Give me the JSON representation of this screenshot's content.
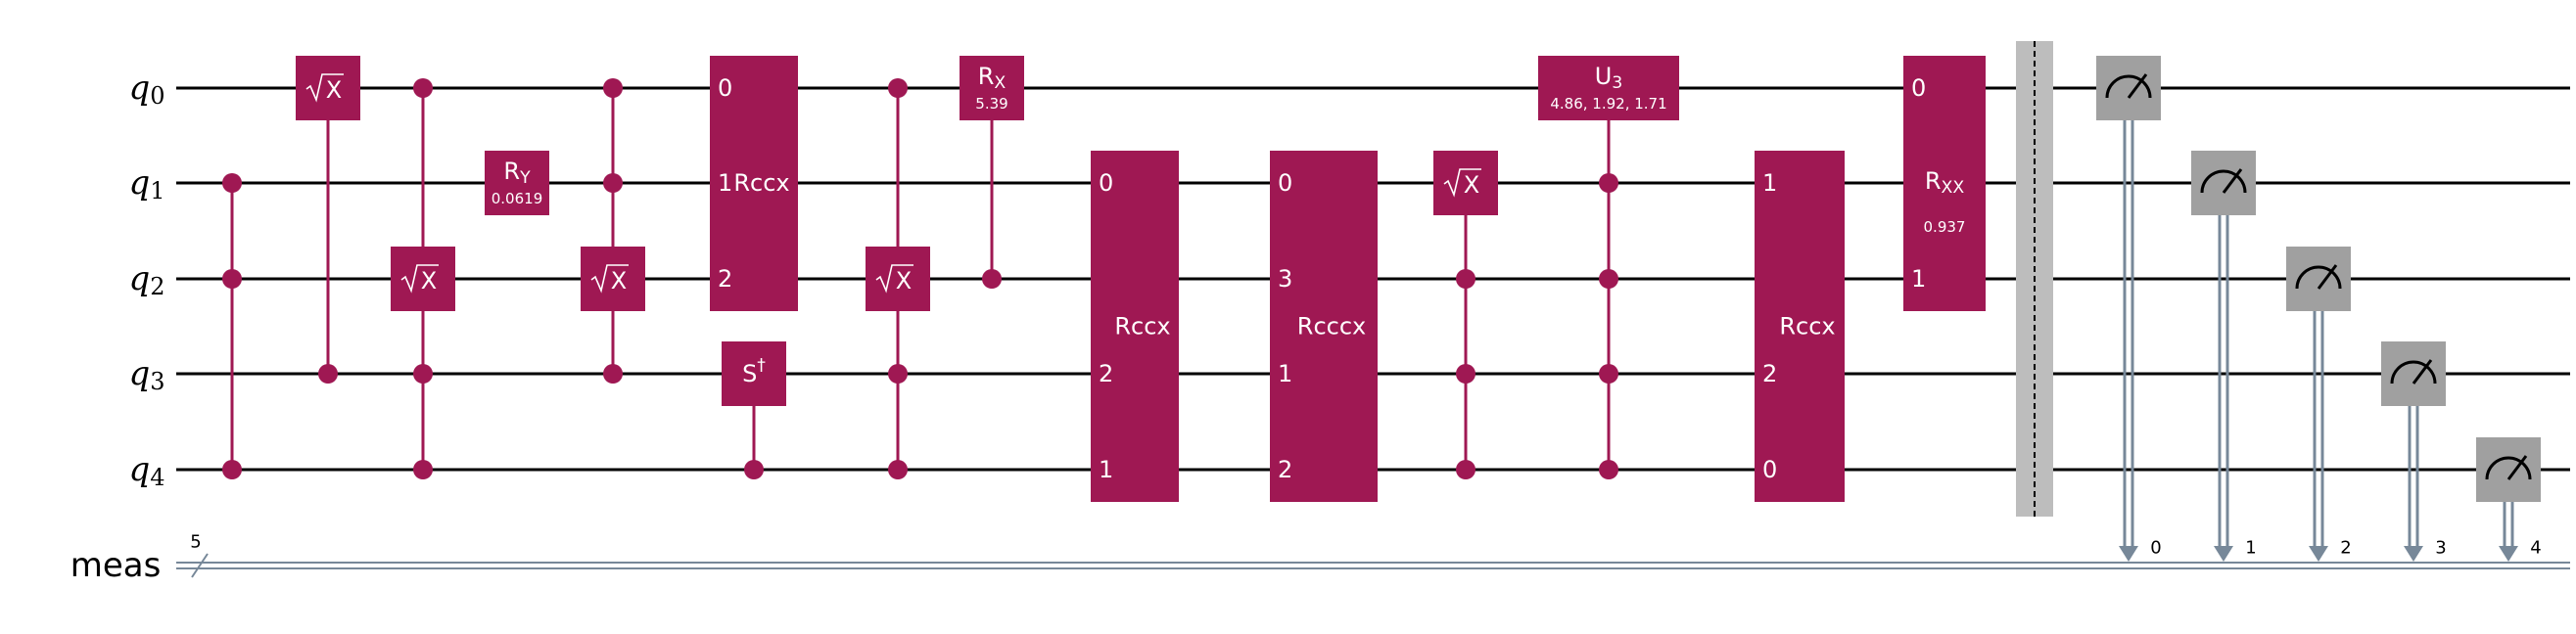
{
  "colors": {
    "gate": "#9f1853",
    "measure": "#a0a0a0",
    "classical_wire": "#778899",
    "barrier": "#bdbdbd",
    "quantum_wire": "#000000"
  },
  "qubits": [
    {
      "id": "q0",
      "base": "q",
      "sub": "0"
    },
    {
      "id": "q1",
      "base": "q",
      "sub": "1"
    },
    {
      "id": "q2",
      "base": "q",
      "sub": "2"
    },
    {
      "id": "q3",
      "base": "q",
      "sub": "3"
    },
    {
      "id": "q4",
      "base": "q",
      "sub": "4"
    }
  ],
  "classical_register": {
    "label": "meas",
    "width_label": "5"
  },
  "gates": [
    {
      "name": "ccz-1",
      "type": "ctrl",
      "controls": [
        "q1",
        "q2",
        "q4"
      ]
    },
    {
      "name": "csx-1",
      "type": "sx",
      "target": "q0",
      "controls": [
        "q3"
      ],
      "label": "√X"
    },
    {
      "name": "ccsx-1",
      "type": "sx",
      "target": "q2",
      "controls": [
        "q0",
        "q3",
        "q4"
      ],
      "label": "√X"
    },
    {
      "name": "ry-1",
      "type": "box",
      "qubits": [
        "q1"
      ],
      "label": "RY",
      "base": "R",
      "sub": "Y",
      "param": "0.0619"
    },
    {
      "name": "ccsx-2",
      "type": "sx",
      "target": "q2",
      "controls": [
        "q0",
        "q1",
        "q3"
      ],
      "label": "√X"
    },
    {
      "name": "rccx-1",
      "type": "multi",
      "qubits": [
        "q0",
        "q1",
        "q2"
      ],
      "label": "Rccx",
      "pins": [
        "0",
        "1",
        "2"
      ]
    },
    {
      "name": "csdg-1",
      "type": "box",
      "qubits": [
        "q3"
      ],
      "controls": [
        "q4"
      ],
      "label": "S†",
      "base": "S",
      "sup": "†"
    },
    {
      "name": "ccsx-3",
      "type": "sx",
      "target": "q2",
      "controls": [
        "q0",
        "q3",
        "q4"
      ],
      "label": "√X"
    },
    {
      "name": "crx-1",
      "type": "box",
      "qubits": [
        "q0"
      ],
      "controls": [
        "q2"
      ],
      "label": "RX",
      "base": "R",
      "sub": "X",
      "param": "5.39"
    },
    {
      "name": "rccx-2",
      "type": "multi",
      "qubits": [
        "q1",
        "q2",
        "q3",
        "q4"
      ],
      "label": "Rccx",
      "pins": [
        "0",
        "",
        "2",
        "1"
      ]
    },
    {
      "name": "rcccx-1",
      "type": "multi",
      "qubits": [
        "q1",
        "q2",
        "q3",
        "q4"
      ],
      "label": "Rcccx",
      "pins": [
        "0",
        "3",
        "1",
        "2"
      ]
    },
    {
      "name": "ccsx-4",
      "type": "sx",
      "target": "q1",
      "controls": [
        "q2",
        "q3",
        "q4"
      ],
      "label": "√X"
    },
    {
      "name": "cu3-1",
      "type": "box",
      "qubits": [
        "q0"
      ],
      "controls": [
        "q1",
        "q2",
        "q3",
        "q4"
      ],
      "label": "U3",
      "base": "U",
      "sub": "3",
      "param": "4.86, 1.92, 1.71"
    },
    {
      "name": "rccx-3",
      "type": "multi",
      "qubits": [
        "q1",
        "q2",
        "q3",
        "q4"
      ],
      "label": "Rccx",
      "pins": [
        "1",
        "",
        "2",
        "0"
      ]
    },
    {
      "name": "rxx-1",
      "type": "multi",
      "qubits": [
        "q0",
        "q1",
        "q2"
      ],
      "label": "RXX",
      "base": "R",
      "sub": "XX",
      "param": "0.937",
      "pins": [
        "0",
        "",
        "1"
      ]
    }
  ],
  "barrier": {
    "label": ""
  },
  "measurements": [
    {
      "qubit": "q0",
      "bit": "0"
    },
    {
      "qubit": "q1",
      "bit": "1"
    },
    {
      "qubit": "q2",
      "bit": "2"
    },
    {
      "qubit": "q3",
      "bit": "3"
    },
    {
      "qubit": "q4",
      "bit": "4"
    }
  ]
}
